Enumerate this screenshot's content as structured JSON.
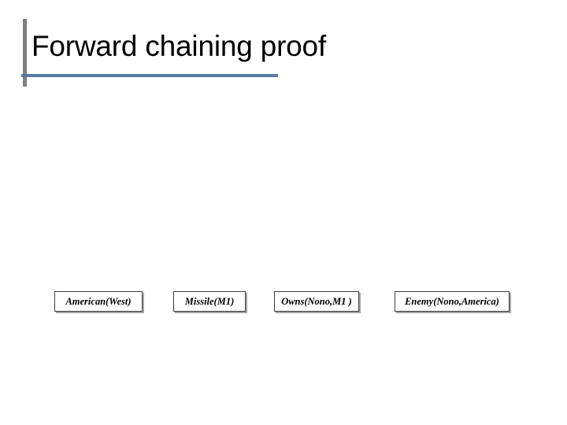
{
  "slide": {
    "title": "Forward chaining proof",
    "background_color": "#ffffff",
    "accent_rule_color": "#567ba4",
    "title_rule_color": "#808080"
  },
  "facts": {
    "box_border_color": "#3f3f3f",
    "items": [
      {
        "label": "American(West)"
      },
      {
        "label": "Missile(M1)"
      },
      {
        "label": "Owns(Nono,M1 )"
      },
      {
        "label": "Enemy(Nono,America)"
      }
    ]
  }
}
